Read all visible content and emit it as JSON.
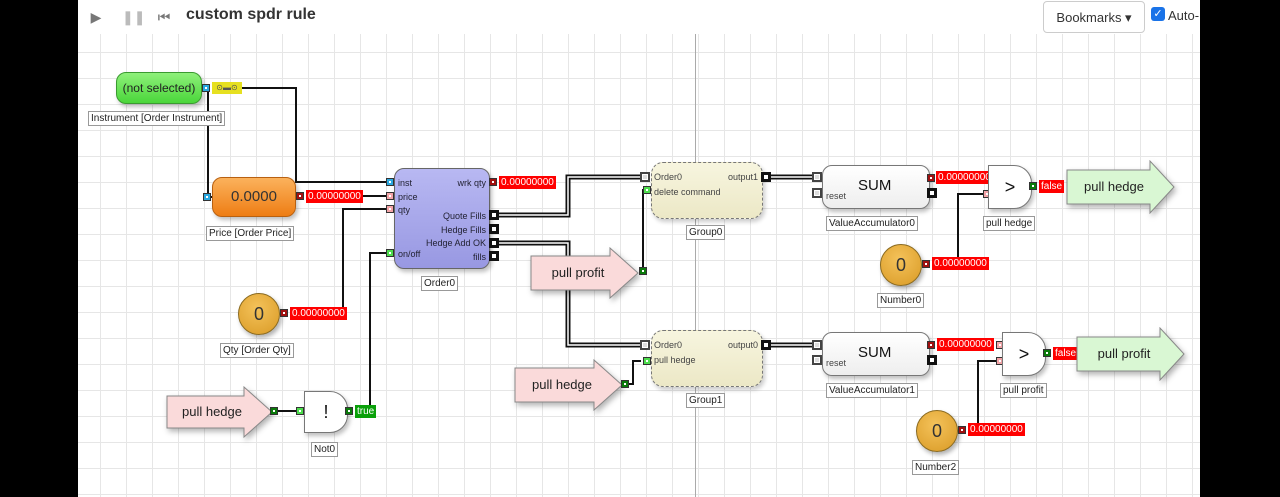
{
  "toolbar": {
    "title": "custom spdr rule",
    "play_icon": "play-icon",
    "pause_icon": "pause-icon",
    "restart_icon": "skip-back-icon",
    "bookmarks_label": "Bookmarks ▾",
    "auto_label": "Auto-",
    "auto_checked": true
  },
  "nodes": {
    "instrument": {
      "value": "(not selected)",
      "label": "Instrument [Order Instrument]"
    },
    "price": {
      "value": "0.0000",
      "label": "Price [Order Price]",
      "output": "0.00000000"
    },
    "qty": {
      "value": "0",
      "label": "Qty [Order Qty]",
      "output": "0.00000000"
    },
    "order": {
      "label": "Order0",
      "inputs": [
        "inst",
        "price",
        "qty",
        "on/off"
      ],
      "outputs": [
        "wrk qty",
        "Quote Fills",
        "Hedge Fills",
        "Hedge Add OK",
        "fills"
      ],
      "wrk_qty_value": "0.00000000"
    },
    "pull_hedge_left": {
      "text": "pull hedge"
    },
    "not": {
      "symbol": "!",
      "label": "Not0",
      "output": "true"
    },
    "pull_profit_mid": {
      "text": "pull profit"
    },
    "pull_hedge_mid": {
      "text": "pull hedge"
    },
    "group0": {
      "label": "Group0",
      "in1": "Order0",
      "in2": "delete command",
      "out": "output1"
    },
    "group1": {
      "label": "Group1",
      "in1": "Order0",
      "in2": "pull hedge",
      "out": "output0"
    },
    "acc0": {
      "text": "SUM",
      "reset": "reset",
      "label": "ValueAccumulator0",
      "output": "0.00000000"
    },
    "acc1": {
      "text": "SUM",
      "reset": "reset",
      "label": "ValueAccumulator1",
      "output": "0.00000000"
    },
    "cmp0": {
      "symbol": ">",
      "label": "pull hedge",
      "output": "false"
    },
    "cmp1": {
      "symbol": ">",
      "label": "pull profit",
      "output": "false"
    },
    "number0": {
      "value": "0",
      "label": "Number0",
      "output": "0.00000000"
    },
    "number2": {
      "value": "0",
      "label": "Number2",
      "output": "0.00000000"
    },
    "out_pull_hedge": {
      "text": "pull hedge"
    },
    "out_pull_profit": {
      "text": "pull profit"
    }
  }
}
